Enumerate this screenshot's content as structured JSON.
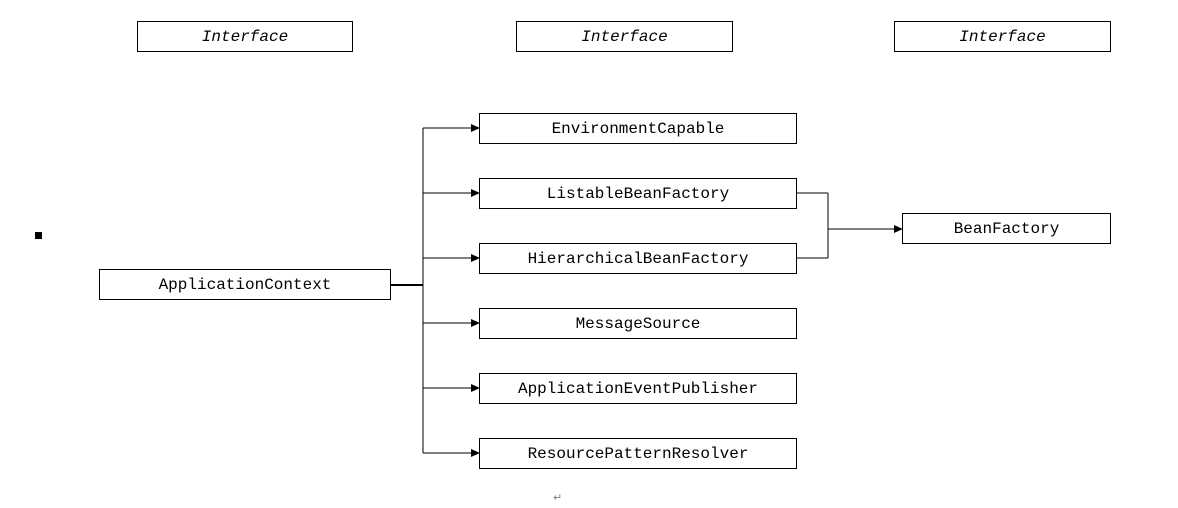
{
  "headers": [
    {
      "label": "Interface"
    },
    {
      "label": "Interface"
    },
    {
      "label": "Interface"
    }
  ],
  "root": {
    "label": "ApplicationContext"
  },
  "children": [
    {
      "label": "EnvironmentCapable"
    },
    {
      "label": "ListableBeanFactory"
    },
    {
      "label": "HierarchicalBeanFactory"
    },
    {
      "label": "MessageSource"
    },
    {
      "label": "ApplicationEventPublisher"
    },
    {
      "label": "ResourcePatternResolver"
    }
  ],
  "target": {
    "label": "BeanFactory"
  },
  "marks": {
    "paragraph": "↵"
  }
}
